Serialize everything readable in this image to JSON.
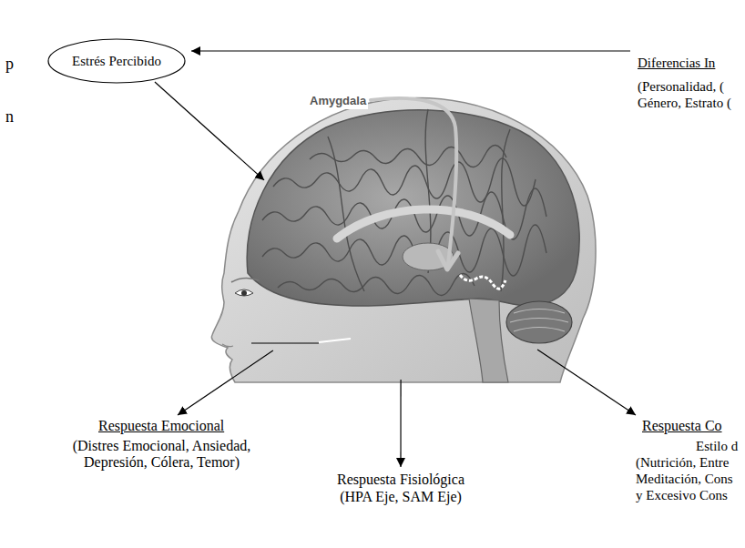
{
  "diagram": {
    "nodes": [
      {
        "text": [
          "Estrés Percibido"
        ]
      },
      {
        "text": [
          "Diferencias In",
          "(Personalidad, ( Género, Estrato ("
        ]
      },
      {
        "text": [
          "Amygdala"
        ]
      },
      {
        "text": [
          "Respuesta Emocional",
          "(Distres Emocional, Ansiedad, Depresión, Cólera, Temor)"
        ]
      },
      {
        "text": [
          "Respuesta Fisiológica",
          "(HPA Eje, SAM Eje)"
        ]
      },
      {
        "text": [
          "Respuesta Co",
          "Estilo d",
          "(Nutrición, Entre Meditación, Cons y Excesivo Cons"
        ]
      }
    ],
    "edges": [
      {
        "from": 1,
        "to": 0,
        "arrow": "to"
      },
      {
        "from": 0,
        "to": 2,
        "arrow": "to"
      },
      {
        "from": 2,
        "to": 3,
        "arrow": "to"
      },
      {
        "from": 2,
        "to": 4,
        "arrow": "to"
      },
      {
        "from": 2,
        "to": 5,
        "arrow": "to"
      }
    ],
    "labels": [
      "p",
      "n"
    ]
  }
}
